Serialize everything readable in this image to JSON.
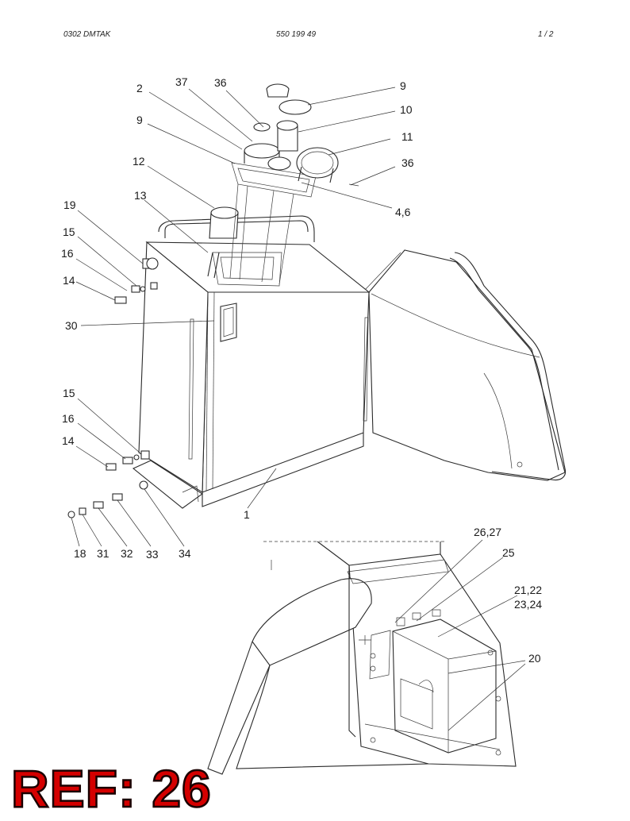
{
  "header": {
    "doc_code": "0302 DMTAK",
    "part_number": "550 199 49",
    "page": "1 /  2"
  },
  "callouts": {
    "c2": "2",
    "c37": "37",
    "c36a": "36",
    "c9a": "9",
    "c10": "10",
    "c11": "11",
    "c9b": "9",
    "c36b": "36",
    "c12": "12",
    "c46": "4,6",
    "c13": "13",
    "c19": "19",
    "c15a": "15",
    "c16a": "16",
    "c14a": "14",
    "c30": "30",
    "c15b": "15",
    "c16b": "16",
    "c14b": "14",
    "c1": "1",
    "c18": "18",
    "c31": "31",
    "c32": "32",
    "c33": "33",
    "c34": "34",
    "c2627": "26,27",
    "c25": "25",
    "c2122": "21,22",
    "c2324": "23,24",
    "c20": "20"
  },
  "reference": "REF: 26"
}
